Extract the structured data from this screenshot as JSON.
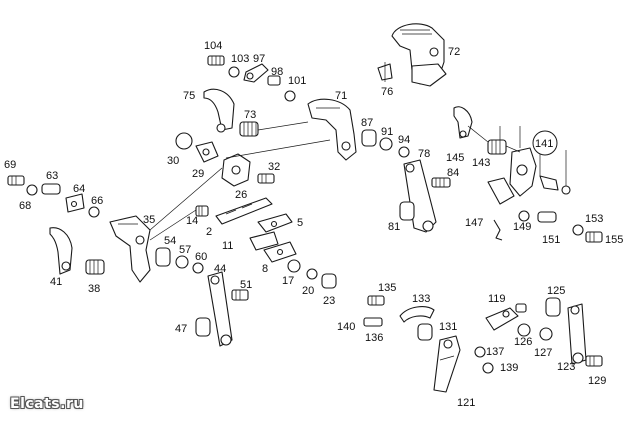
{
  "watermark": "Elcats.ru",
  "callouts": [
    {
      "id": "c104",
      "text": "104"
    },
    {
      "id": "c103",
      "text": "103"
    },
    {
      "id": "c97",
      "text": "97"
    },
    {
      "id": "c98",
      "text": "98"
    },
    {
      "id": "c101",
      "text": "101"
    },
    {
      "id": "c72",
      "text": "72"
    },
    {
      "id": "c76",
      "text": "76"
    },
    {
      "id": "c75",
      "text": "75"
    },
    {
      "id": "c71",
      "text": "71"
    },
    {
      "id": "c73",
      "text": "73"
    },
    {
      "id": "c87",
      "text": "87"
    },
    {
      "id": "c91",
      "text": "91"
    },
    {
      "id": "c94",
      "text": "94"
    },
    {
      "id": "c78",
      "text": "78"
    },
    {
      "id": "c145",
      "text": "145"
    },
    {
      "id": "c143",
      "text": "143"
    },
    {
      "id": "c141",
      "text": "141"
    },
    {
      "id": "c84",
      "text": "84"
    },
    {
      "id": "c30",
      "text": "30"
    },
    {
      "id": "c29",
      "text": "29"
    },
    {
      "id": "c26",
      "text": "26"
    },
    {
      "id": "c32",
      "text": "32"
    },
    {
      "id": "c69",
      "text": "69"
    },
    {
      "id": "c63",
      "text": "63"
    },
    {
      "id": "c64",
      "text": "64"
    },
    {
      "id": "c68",
      "text": "68"
    },
    {
      "id": "c66",
      "text": "66"
    },
    {
      "id": "c14",
      "text": "14"
    },
    {
      "id": "c2",
      "text": "2"
    },
    {
      "id": "c5",
      "text": "5"
    },
    {
      "id": "c35",
      "text": "35"
    },
    {
      "id": "c11",
      "text": "11"
    },
    {
      "id": "c8",
      "text": "8"
    },
    {
      "id": "c81",
      "text": "81"
    },
    {
      "id": "c147",
      "text": "147"
    },
    {
      "id": "c149",
      "text": "149"
    },
    {
      "id": "c151",
      "text": "151"
    },
    {
      "id": "c153",
      "text": "153"
    },
    {
      "id": "c155",
      "text": "155"
    },
    {
      "id": "c41",
      "text": "41"
    },
    {
      "id": "c54",
      "text": "54"
    },
    {
      "id": "c57",
      "text": "57"
    },
    {
      "id": "c60",
      "text": "60"
    },
    {
      "id": "c38",
      "text": "38"
    },
    {
      "id": "c44",
      "text": "44"
    },
    {
      "id": "c17",
      "text": "17"
    },
    {
      "id": "c20",
      "text": "20"
    },
    {
      "id": "c23",
      "text": "23"
    },
    {
      "id": "c51",
      "text": "51"
    },
    {
      "id": "c135",
      "text": "135"
    },
    {
      "id": "c133",
      "text": "133"
    },
    {
      "id": "c119",
      "text": "119"
    },
    {
      "id": "c125",
      "text": "125"
    },
    {
      "id": "c47",
      "text": "47"
    },
    {
      "id": "c140",
      "text": "140"
    },
    {
      "id": "c136",
      "text": "136"
    },
    {
      "id": "c131",
      "text": "131"
    },
    {
      "id": "c126",
      "text": "126"
    },
    {
      "id": "c127",
      "text": "127"
    },
    {
      "id": "c137",
      "text": "137"
    },
    {
      "id": "c139",
      "text": "139"
    },
    {
      "id": "c123",
      "text": "123"
    },
    {
      "id": "c129",
      "text": "129"
    },
    {
      "id": "c121",
      "text": "121"
    }
  ]
}
